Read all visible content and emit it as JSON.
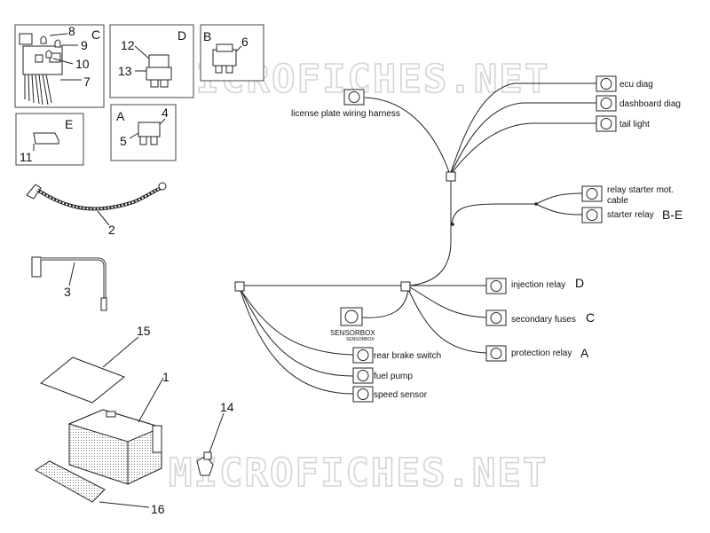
{
  "watermark": "MICROFICHES.NET",
  "groups": {
    "C": "C",
    "D": "D",
    "B": "B",
    "E": "E",
    "A": "A"
  },
  "part_numbers": {
    "p1": "1",
    "p2": "2",
    "p3": "3",
    "p4": "4",
    "p5": "5",
    "p6": "6",
    "p7": "7",
    "p8": "8",
    "p9": "9",
    "p10": "10",
    "p11": "11",
    "p12": "12",
    "p13": "13",
    "p14": "14",
    "p15": "15",
    "p16": "16"
  },
  "connectors": {
    "ecu_diag": "ecu diag",
    "dashboard_diag": "dashboard diag",
    "tail_light": "tail light",
    "license_plate": "license plate wiring harness",
    "relay_starter_mot_1": "relay starter mot.",
    "relay_starter_mot_2": "cable",
    "starter_relay": "starter relay",
    "starter_relay_tag": "B-E",
    "injection_relay": "injection relay",
    "injection_relay_tag": "D",
    "secondary_fuses": "secondary fuses",
    "secondary_fuses_tag": "C",
    "protection_relay": "protection relay",
    "protection_relay_tag": "A",
    "sensorbox": "SENSORBOX",
    "sensorbox_sub": "SENSORBOX",
    "rear_brake_switch": "rear brake switch",
    "fuel_pump": "fuel pump",
    "speed_sensor": "speed sensor"
  }
}
